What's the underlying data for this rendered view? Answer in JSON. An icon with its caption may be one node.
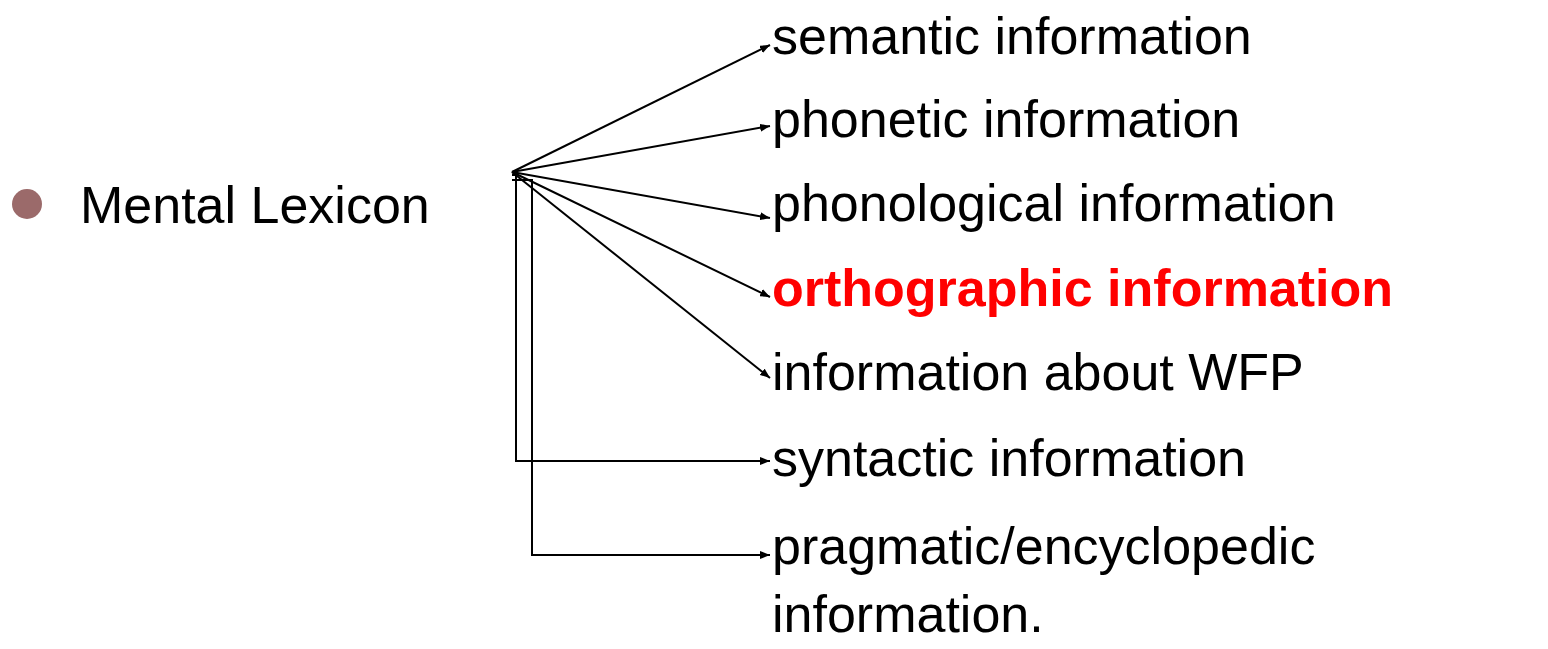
{
  "diagram": {
    "nodes": [
      {
        "text": [
          "Mental Lexicon"
        ]
      },
      {
        "text": [
          "semantic information"
        ]
      },
      {
        "text": [
          "phonetic information"
        ]
      },
      {
        "text": [
          "phonological information"
        ]
      },
      {
        "text": [
          "orthographic information"
        ]
      },
      {
        "text": [
          "information about WFP"
        ]
      },
      {
        "text": [
          "syntactic information"
        ]
      },
      {
        "text": [
          "pragmatic/encyclopedic information."
        ]
      }
    ],
    "edges": [
      {
        "from": 0,
        "to": 1,
        "arrow": "to"
      },
      {
        "from": 0,
        "to": 2,
        "arrow": "to"
      },
      {
        "from": 0,
        "to": 3,
        "arrow": "to"
      },
      {
        "from": 0,
        "to": 4,
        "arrow": "to"
      },
      {
        "from": 0,
        "to": 5,
        "arrow": "to"
      },
      {
        "from": 0,
        "to": 6,
        "arrow": "to"
      },
      {
        "from": 0,
        "to": 7,
        "arrow": "to"
      }
    ]
  }
}
